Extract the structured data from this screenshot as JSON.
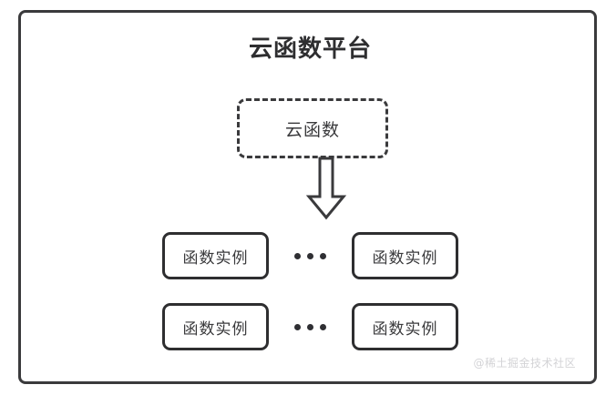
{
  "diagram": {
    "title": "云函数平台",
    "watermark": "@稀土掘金技术社区",
    "colors": {
      "frame_border": "#3a3a3c",
      "box_border": "#2e2e30",
      "text": "#3a3a3c",
      "background": "#ffffff",
      "watermark": "#d3d3d6"
    },
    "cloud_function": {
      "label": "云函数",
      "border_style": "dashed"
    },
    "arrow": {
      "name": "down-block-arrow",
      "direction": "down"
    },
    "rows": [
      {
        "left_instance": "函数实例",
        "ellipsis": "•••",
        "right_instance": "函数实例"
      },
      {
        "left_instance": "函数实例",
        "ellipsis": "•••",
        "right_instance": "函数实例"
      }
    ]
  }
}
